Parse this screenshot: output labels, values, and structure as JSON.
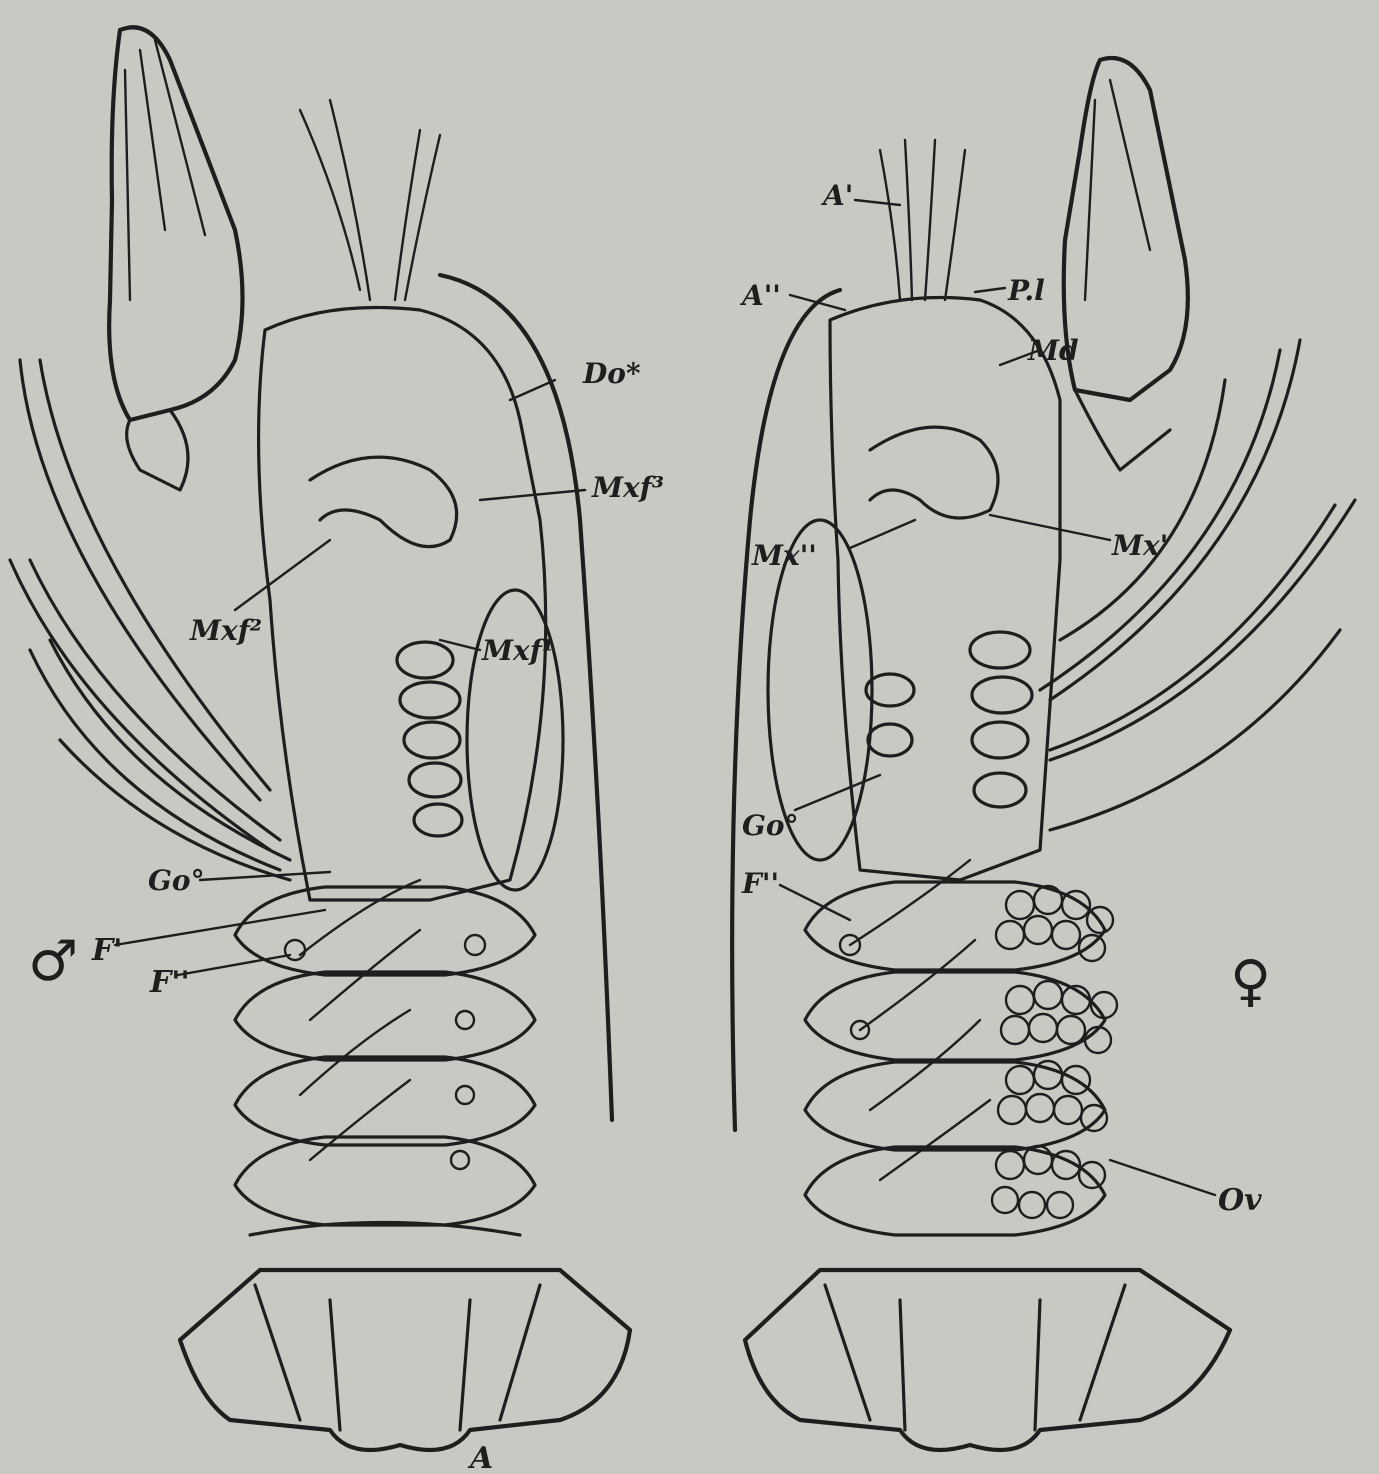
{
  "figure": {
    "background": "#c9c9c4",
    "ink": "#1e1e1e"
  },
  "male": {
    "sex_symbol": "♂",
    "labels": {
      "do": "Do*",
      "mxf3": "Mxf³",
      "mxf2": "Mxf²",
      "mxf1": "Mxf¹",
      "go": "Go°",
      "f1": "F'",
      "f2": "F''",
      "a": "A"
    }
  },
  "female": {
    "sex_symbol": "♀",
    "labels": {
      "a1": "A'",
      "a2": "A''",
      "pl": "P.l",
      "md": "Md",
      "mx2": "Mx''",
      "mx1": "Mx'",
      "go": "Go°",
      "f": "F''",
      "ov": "Ov"
    }
  }
}
